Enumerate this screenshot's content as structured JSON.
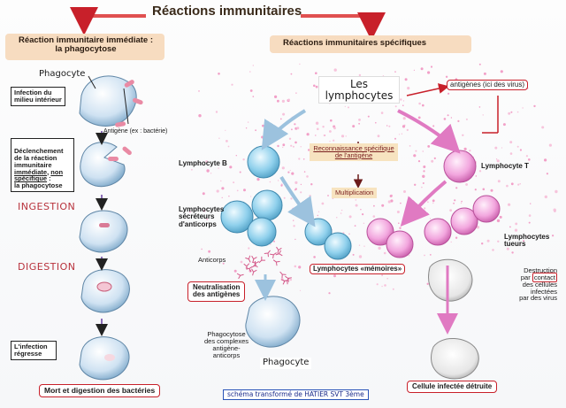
{
  "title": "Réactions immunitaires",
  "left": {
    "header": "Réaction immunitaire immédiate :\nla phagocytose",
    "phagocyte_top": "Phagocyte",
    "infection": "Infection du\nmilieu intérieur",
    "antigene": "Antigène (ex : bactérie)",
    "declenchement_1": "Déclenchement\nde la réaction\nimmunitaire\n",
    "immediate": "immédiate",
    "comma": ", ",
    "non": "non",
    "specifique": "spécifique",
    "colon": " :\nla phagocytose",
    "ingestion": "INGESTION",
    "digestion": "DIGESTION",
    "regresse": "L'infection\nrégresse",
    "bottom": "Mort et digestion des bactéries"
  },
  "right": {
    "header": "Réactions immunitaires  spécifiques",
    "lymphocytes": "Les\nlymphocytes",
    "antigenes_virus": "antigènes (ici des virus)",
    "reconnaissance": "Reconnaissance spécifique\nde l'antigène",
    "multiplication": "Multiplication",
    "lymphocyte_b": "Lymphocyte B",
    "lymphocyte_t": "Lymphocyte T",
    "secreteurs": "Lymphocytes\nsécréteurs\nd'anticorps",
    "anticorps": "Anticorps",
    "memoires": "Lymphocytes «mémoires»",
    "tueurs": "Lymphocytes\ntueurs",
    "destruction_1": "Destruction\npar ",
    "contact": "contact",
    "destruction_2": "des cellules\ninfectées\npar des virus",
    "neutralisation": "Neutralisation\ndes antigènes",
    "phago_complexes": "Phagocytose\ndes complexes\nantigène-\nanticorps",
    "phagocyte_bottom": "Phagocyte",
    "cellule_detruite": "Cellule infectée détruite"
  },
  "credit": "schéma transformé de HATIER SVT 3ème",
  "colors": {
    "red_accent": "#c8202a",
    "b_cell": "#8fd0ec",
    "t_cell": "#f2a6de",
    "phagocyte": "#cfe2f2",
    "arrow_blue": "#9cc2de",
    "header_fill": "#f7dcc0"
  }
}
